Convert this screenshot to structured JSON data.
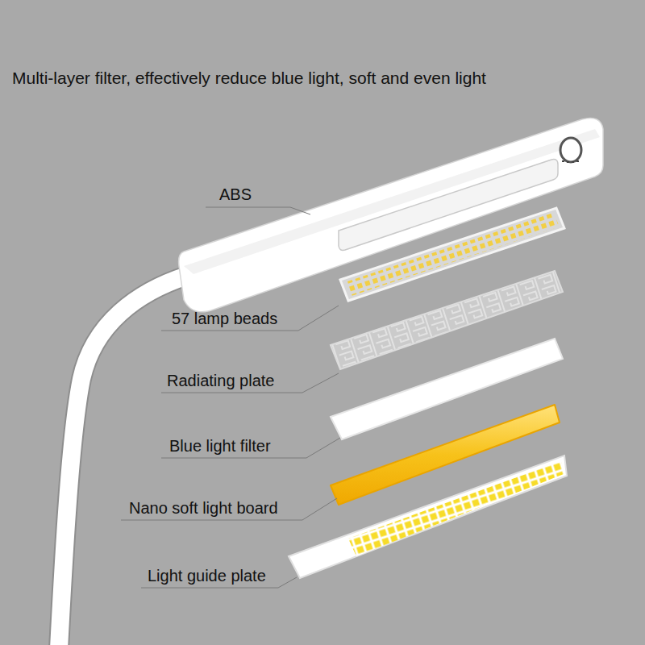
{
  "diagram": {
    "title": "Multi-layer filter, effectively reduce blue light, soft and even light",
    "labels": [
      "ABS",
      "57 lamp beads",
      "Radiating plate",
      "Blue light filter",
      "Nano soft light board",
      "Light guide plate"
    ]
  }
}
